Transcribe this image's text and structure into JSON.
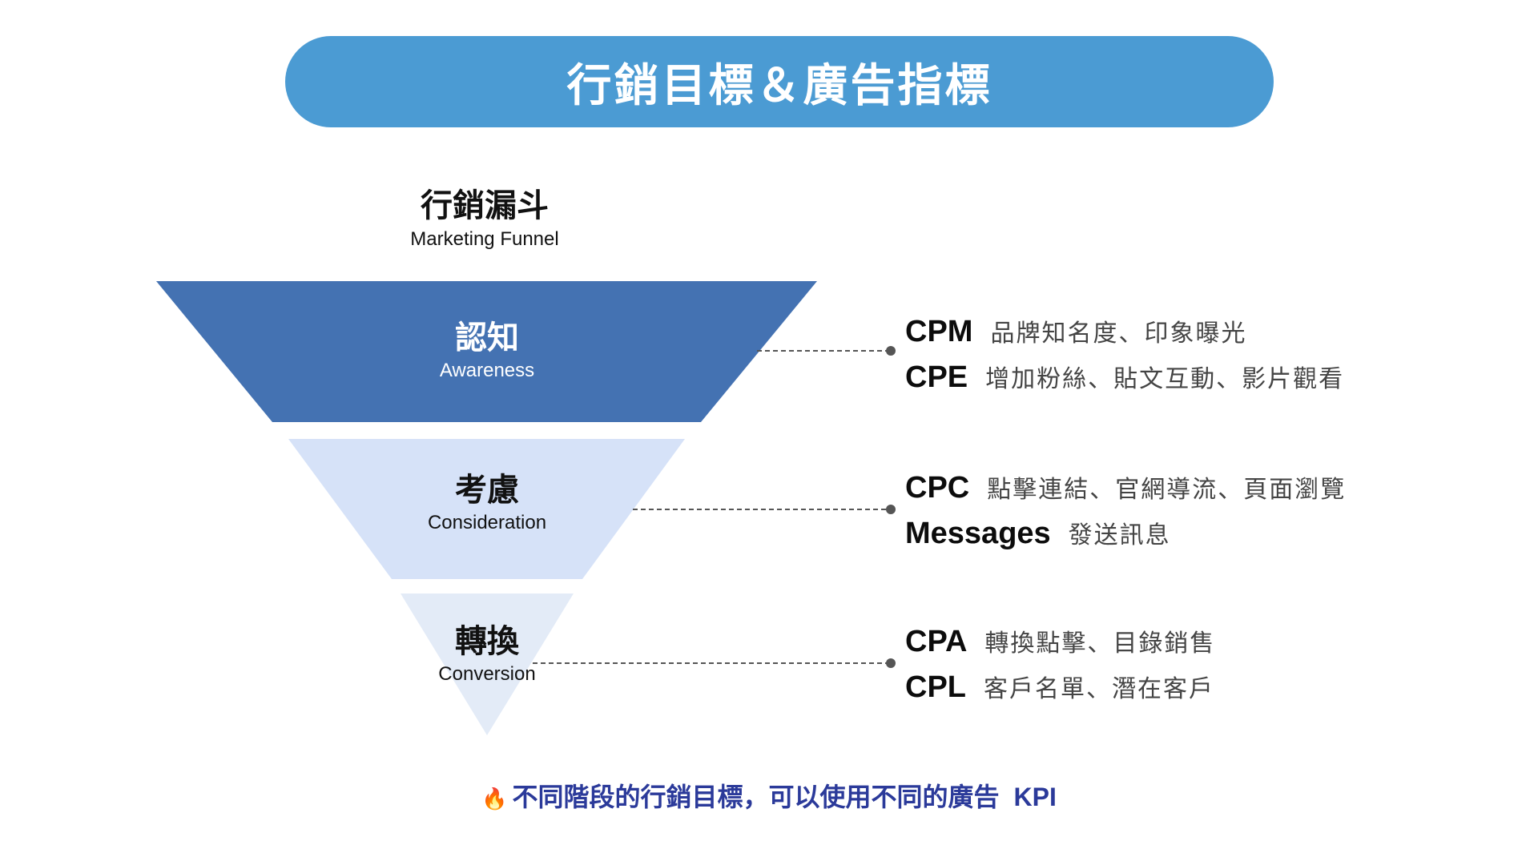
{
  "title": "行銷目標＆廣告指標",
  "funnel": {
    "title_zh": "行銷漏斗",
    "title_en": "Marketing Funnel",
    "stages": [
      {
        "name_zh": "認知",
        "name_en": "Awareness",
        "color": "#4472b2",
        "text_color": "#ffffff",
        "metrics": [
          {
            "name": "CPM",
            "desc": "品牌知名度、印象曝光"
          },
          {
            "name": "CPE",
            "desc": "增加粉絲、貼文互動、影片觀看"
          }
        ]
      },
      {
        "name_zh": "考慮",
        "name_en": "Consideration",
        "color": "#d6e2f8",
        "text_color": "#111111",
        "metrics": [
          {
            "name": "CPC",
            "desc": "點擊連結、官網導流、頁面瀏覽"
          },
          {
            "name": "Messages",
            "desc": "發送訊息"
          }
        ]
      },
      {
        "name_zh": "轉換",
        "name_en": "Conversion",
        "color": "#e3ebf7",
        "text_color": "#111111",
        "metrics": [
          {
            "name": "CPA",
            "desc": "轉換點擊、目錄銷售"
          },
          {
            "name": "CPL",
            "desc": "客戶名單、潛在客戶"
          }
        ]
      }
    ]
  },
  "footer": {
    "icon": "fire-icon",
    "text": "不同階段的行銷目標，可以使用不同的廣告",
    "kpi": "KPI"
  },
  "colors": {
    "title_bg": "#4b9bd3",
    "connector": "#555555",
    "footer_text": "#2b3a9a"
  }
}
